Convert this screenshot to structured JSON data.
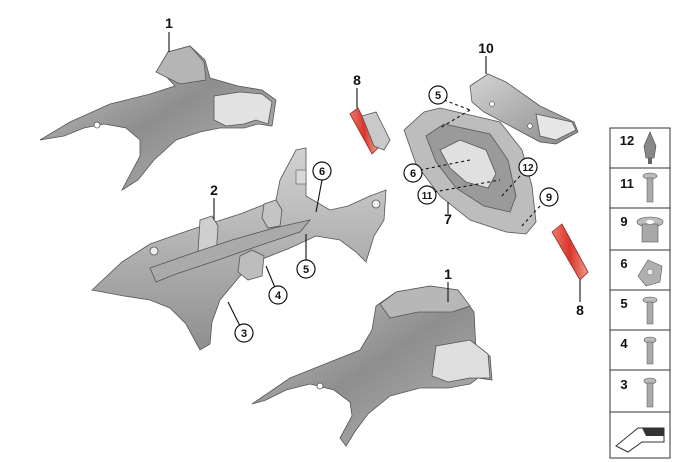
{
  "diagram": {
    "callouts": {
      "top_cover": "1",
      "bottom_cover": "1",
      "bracket": "2",
      "screw_3": "3",
      "screw_4": "4",
      "nut_5": "5",
      "clip_6": "6",
      "holder_7": "7",
      "reflector_top": "8",
      "reflector_bottom": "8",
      "grommet_9": "9",
      "handle_10": "10",
      "screw_11": "11",
      "pin_12": "12",
      "holder_5": "5",
      "holder_6": "6",
      "holder_11": "11",
      "holder_12": "12",
      "holder_9": "9"
    },
    "legend": {
      "items": [
        "12",
        "11",
        "9",
        "6",
        "5",
        "4",
        "3"
      ]
    },
    "colors": {
      "part_fill": "#9a9a9a",
      "part_light": "#d6d6d6",
      "reflector": "#e0443c",
      "line": "#111111"
    }
  }
}
